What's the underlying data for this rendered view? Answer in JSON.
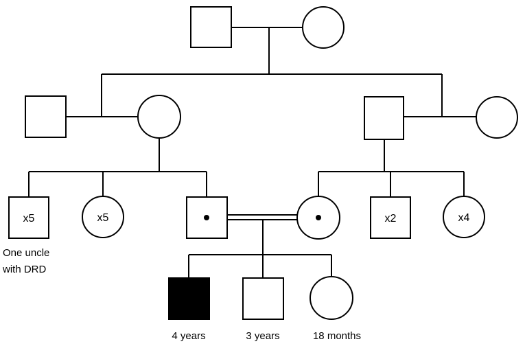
{
  "pedigree": {
    "generations": [
      {
        "members": [
          {
            "sex": "male",
            "status": "unaffected"
          },
          {
            "sex": "female",
            "status": "unaffected"
          }
        ]
      },
      {
        "members": [
          {
            "sex": "male",
            "status": "unaffected"
          },
          {
            "sex": "female",
            "status": "unaffected"
          },
          {
            "sex": "male",
            "status": "unaffected"
          },
          {
            "sex": "female",
            "status": "unaffected"
          }
        ]
      },
      {
        "members": [
          {
            "sex": "male",
            "status": "unaffected",
            "count_label": "x5",
            "caption_lines": [
              "One uncle",
              "with DRD"
            ]
          },
          {
            "sex": "female",
            "status": "unaffected",
            "count_label": "x5"
          },
          {
            "sex": "male",
            "status": "carrier"
          },
          {
            "sex": "female",
            "status": "carrier"
          },
          {
            "sex": "male",
            "status": "unaffected",
            "count_label": "x2"
          },
          {
            "sex": "female",
            "status": "unaffected",
            "count_label": "x4"
          }
        ],
        "consanguineous_union": true
      },
      {
        "members": [
          {
            "sex": "male",
            "status": "affected",
            "age_label": "4 years"
          },
          {
            "sex": "male",
            "status": "unaffected",
            "age_label": "3 years"
          },
          {
            "sex": "female",
            "status": "unaffected",
            "age_label": "18 months"
          }
        ]
      }
    ]
  }
}
